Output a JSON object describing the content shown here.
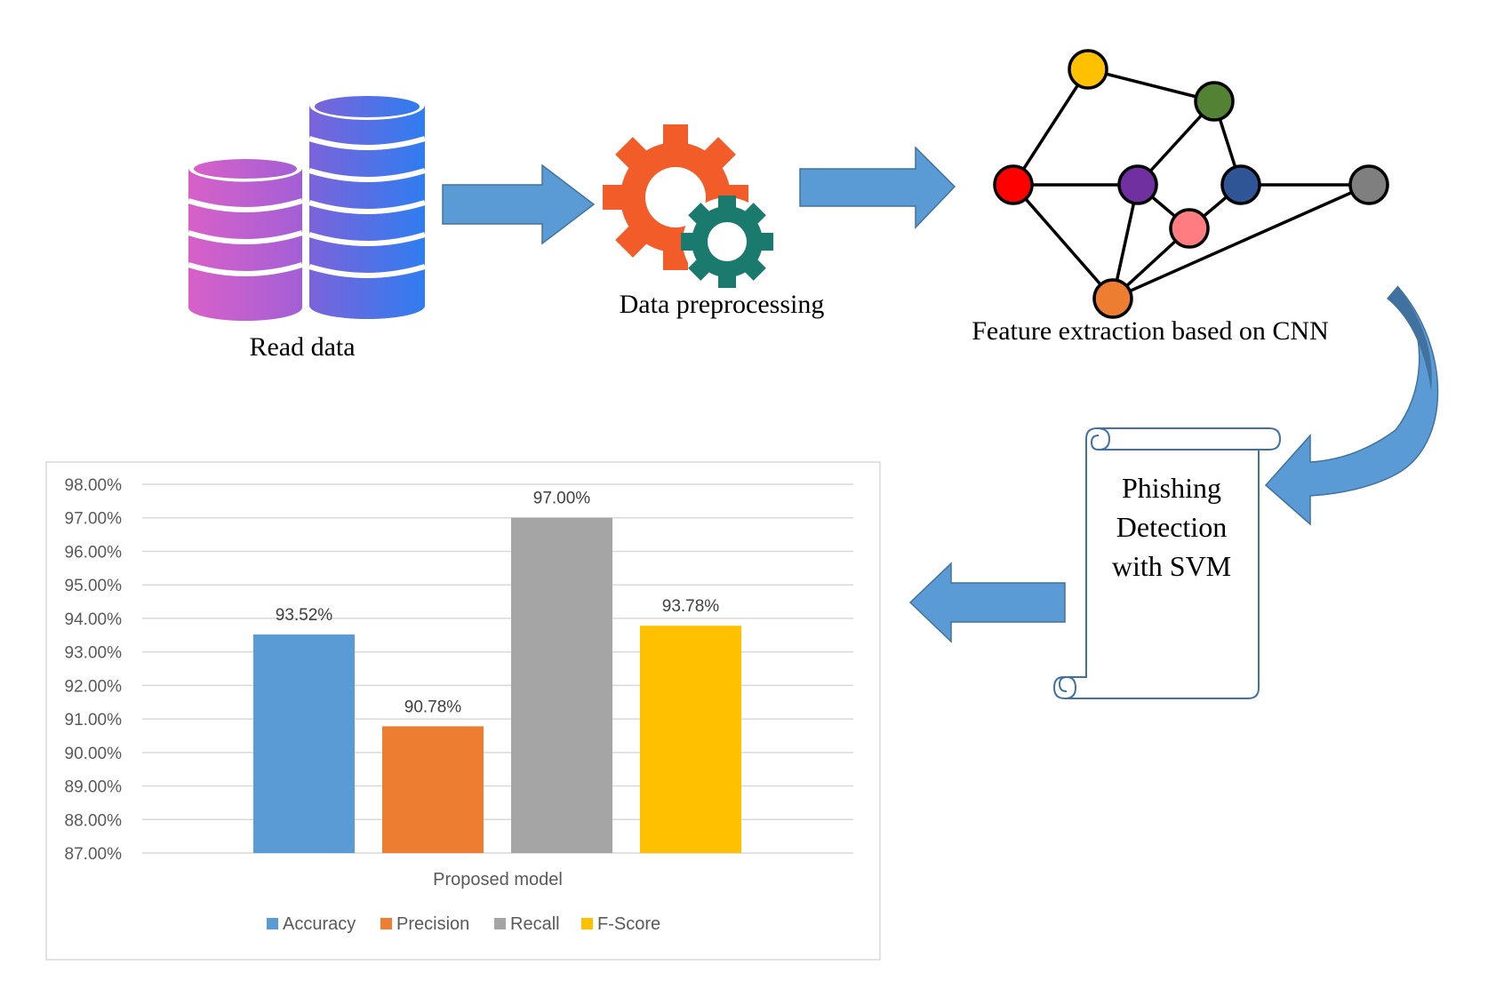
{
  "pipeline": {
    "read_data_label": "Read data",
    "preprocessing_label": "Data preprocessing",
    "feature_label": "Feature extraction based on CNN",
    "detection_lines": [
      "Phishing",
      "Detection",
      "with SVM"
    ]
  },
  "colors": {
    "arrow": "#5B9BD5",
    "arrow_dark": "#41729F",
    "gear_orange": "#F25C29",
    "gear_teal": "#1A7A6E",
    "db_pink": "#D45FC9",
    "db_blue": "#3E7BEA"
  },
  "graph_nodes": [
    {
      "id": "yellow",
      "color": "#FFC000"
    },
    {
      "id": "green",
      "color": "#548235"
    },
    {
      "id": "red",
      "color": "#FF0000"
    },
    {
      "id": "purple",
      "color": "#7030A0"
    },
    {
      "id": "navy",
      "color": "#2F5597"
    },
    {
      "id": "gray",
      "color": "#7F7F7F"
    },
    {
      "id": "pink",
      "color": "#FF7C80"
    },
    {
      "id": "orange",
      "color": "#ED7D31"
    }
  ],
  "chart_data": {
    "type": "bar",
    "categories": [
      "Proposed model"
    ],
    "xlabel": "Proposed model",
    "ylim": [
      0.87,
      0.98
    ],
    "yticks": [
      "98.00%",
      "97.00%",
      "96.00%",
      "95.00%",
      "94.00%",
      "93.00%",
      "92.00%",
      "91.00%",
      "90.00%",
      "89.00%",
      "88.00%",
      "87.00%"
    ],
    "legend_position": "bottom",
    "grid": true,
    "series": [
      {
        "name": "Accuracy",
        "values": [
          0.9352
        ],
        "label": "93.52%",
        "color": "#5B9BD5"
      },
      {
        "name": "Precision",
        "values": [
          0.9078
        ],
        "label": "90.78%",
        "color": "#ED7D31"
      },
      {
        "name": "Recall",
        "values": [
          0.97
        ],
        "label": "97.00%",
        "color": "#A5A5A5"
      },
      {
        "name": "F-Score",
        "values": [
          0.9378
        ],
        "label": "93.78%",
        "color": "#FFC000"
      }
    ]
  }
}
